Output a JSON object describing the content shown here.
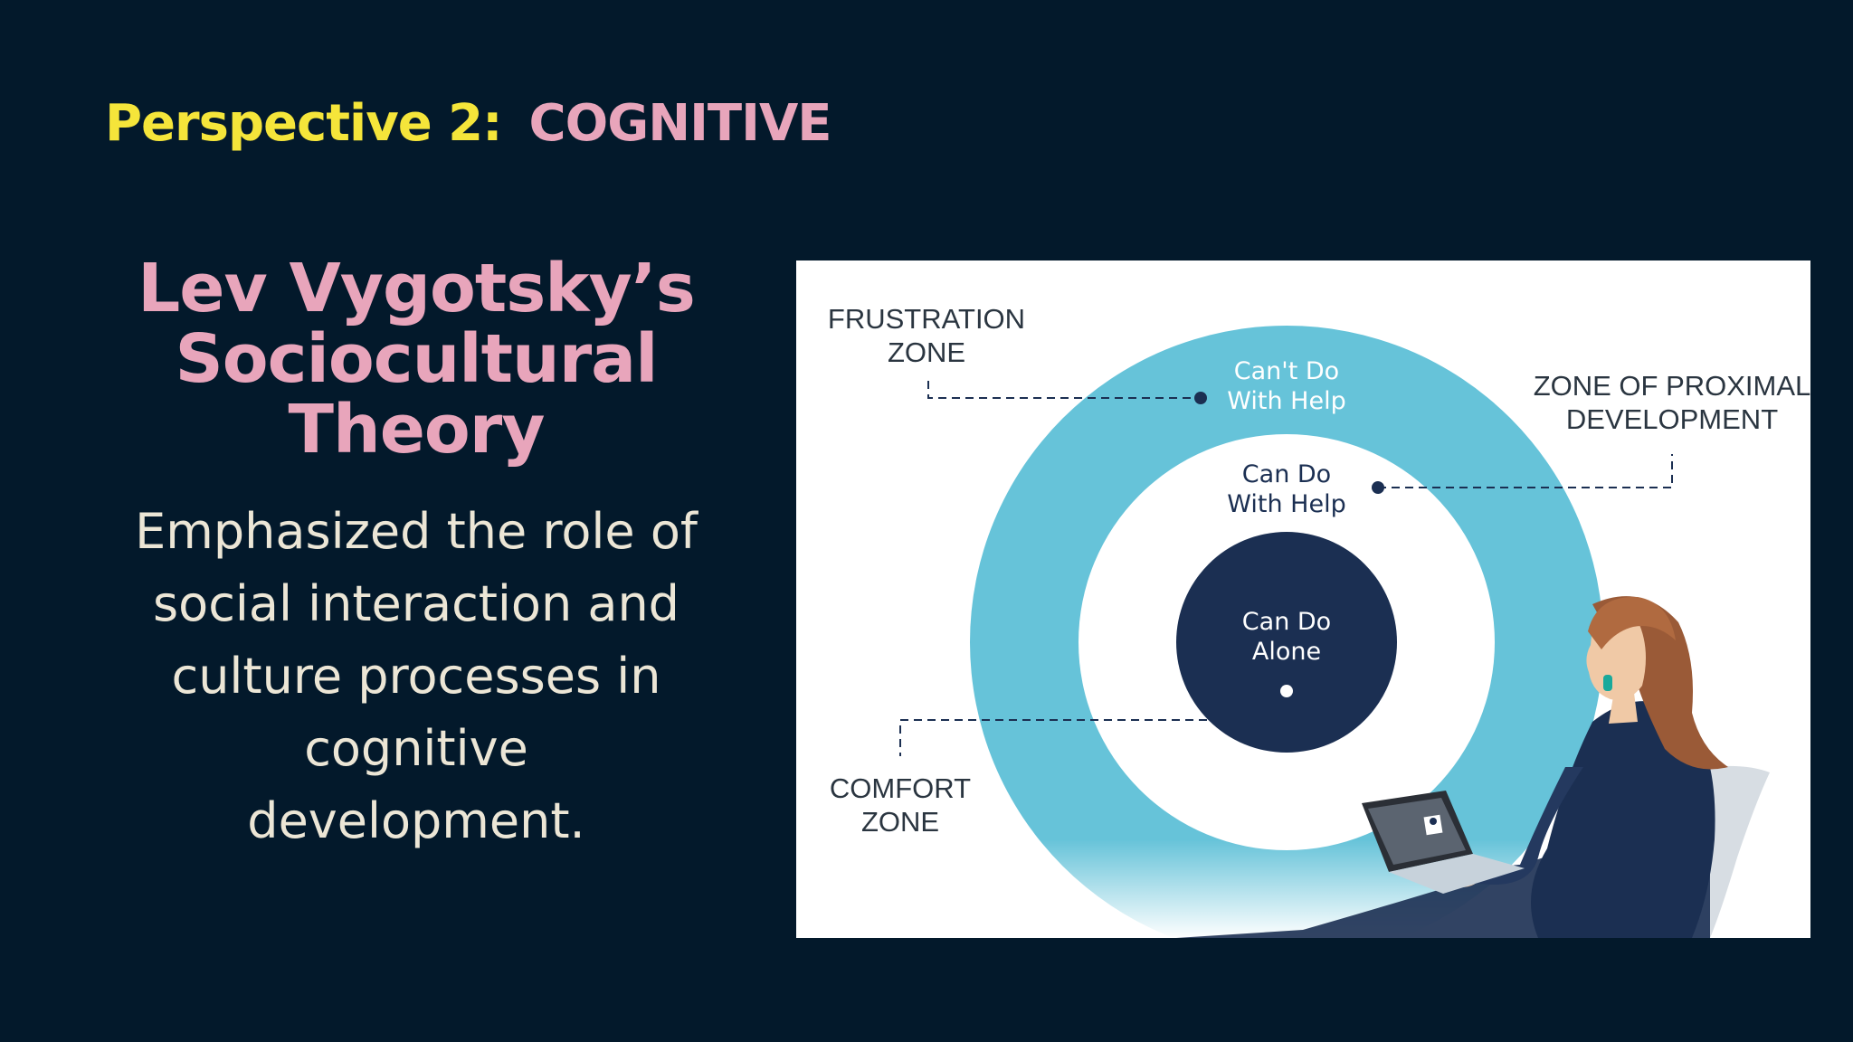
{
  "slide": {
    "heading_prefix": "Perspective 2:",
    "heading_topic": "COGNITIVE",
    "title_lines": [
      "Lev Vygotsky’s",
      "Sociocultural",
      "Theory"
    ],
    "description_lines": [
      "Emphasized the role of",
      "social interaction and",
      "culture processes in",
      "cognitive",
      "development."
    ]
  },
  "diagram": {
    "frustration_zone": [
      "FRUSTRATION",
      "ZONE"
    ],
    "zpd_zone": [
      "ZONE OF PROXIMAL",
      "DEVELOPMENT"
    ],
    "comfort_zone": [
      "COMFORT",
      "ZONE"
    ],
    "outer_ring_label": [
      "Can't Do",
      "With Help"
    ],
    "middle_ring_label": [
      "Can Do",
      "With Help"
    ],
    "inner_circle_label": [
      "Can Do",
      "Alone"
    ]
  },
  "colors": {
    "background": "#03192b",
    "heading_yellow": "#f5e53a",
    "accent_pink": "#e8a5bb",
    "body_text": "#ece6d6",
    "outer_ring": "#66c3d9",
    "inner_circle": "#1b2f52",
    "callout_text": "#2a3540"
  }
}
